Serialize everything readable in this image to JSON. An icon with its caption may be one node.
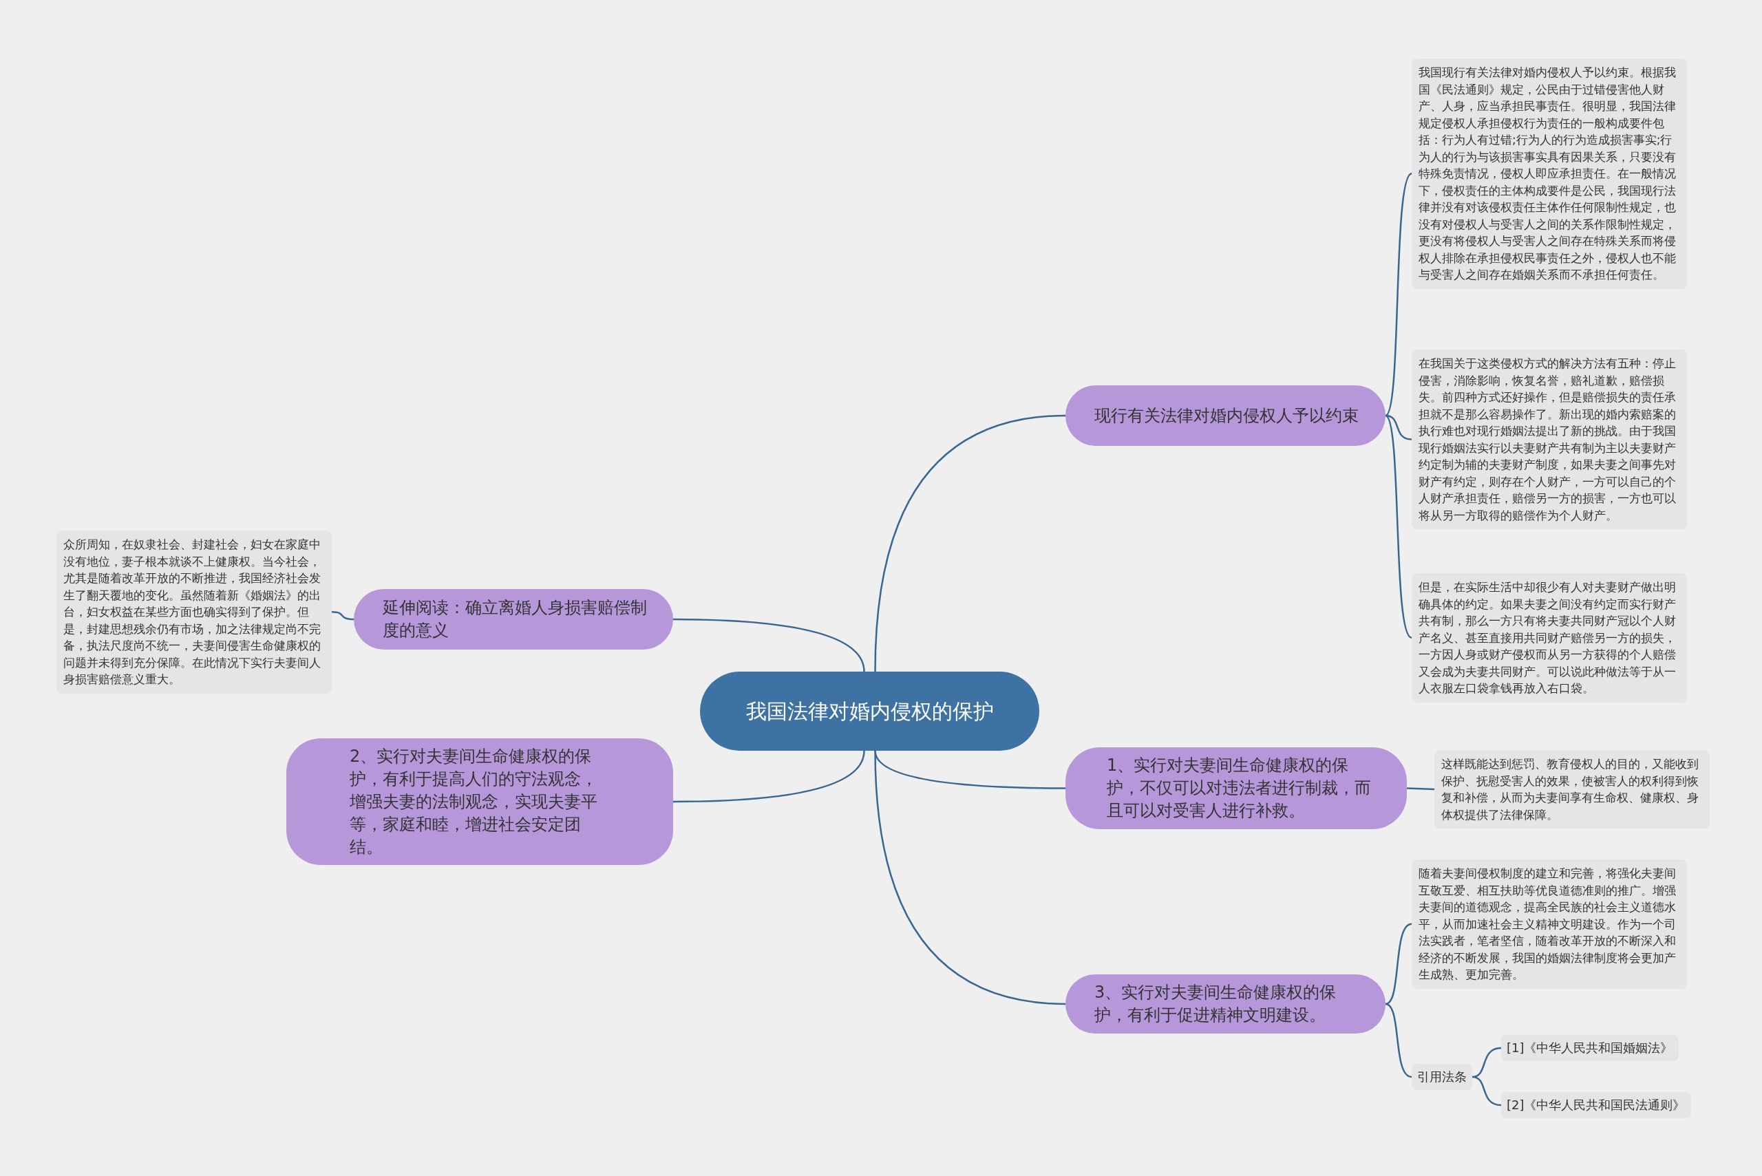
{
  "diagram": {
    "nodes": [
      {
        "text": [
          "我国法律对婚内侵权的保护"
        ]
      },
      {
        "text": [
          "现行有关法律对婚内侵权人予以约束"
        ]
      },
      {
        "text": [
          "我国现行有关法律对婚内侵权人予以约束。根据我国《民法通则》规定，公民由于过错侵害他人财产、人身，应当承担民事责任。很明显，我国法律规定侵权人承担侵权行为责任的一般构成要件包括：行为人有过错;行为人的行为造成损害事实;行为人的行为与该损害事实具有因果关系，只要没有特殊免责情况，侵权人即应承担责任。在一般情况下，侵权责任的主体构成要件是公民，我国现行法律并没有对该侵权责任主体作任何限制性规定，也没有对侵权人与受害人之间的关系作限制性规定，更没有将侵权人与受害人之间存在特殊关系而将侵权人排除在承担侵权民事责任之外，侵权人也不能与受害人之间存在婚姻关系而不承担任何责任。"
        ]
      },
      {
        "text": [
          "在我国关于这类侵权方式的解决方法有五种：停止侵害，消除影响，恢复名誉，赔礼道歉，赔偿损失。前四种方式还好操作，但是赔偿损失的责任承担就不是那么容易操作了。新出现的婚内索赔案的执行难也对现行婚姻法提出了新的挑战。由于我国现行婚姻法实行以夫妻财产共有制为主以夫妻财产约定制为辅的夫妻财产制度，如果夫妻之间事先对财产有约定，则存在个人财产，一方可以自己的个人财产承担责任，赔偿另一方的损害，一方也可以将从另一方取得的赔偿作为个人财产。"
        ]
      },
      {
        "text": [
          "但是，在实际生活中却很少有人对夫妻财产做出明确具体的约定。如果夫妻之间没有约定而实行财产共有制，那么一方只有将夫妻共同财产冠以个人财产名义、甚至直接用共同财产赔偿另一方的损失，一方因人身或财产侵权而从另一方获得的个人赔偿又会成为夫妻共同财产。可以说此种做法等于从一人衣服左口袋拿钱再放入右口袋。"
        ]
      },
      {
        "text": [
          "延伸阅读：确立离婚人身损害赔偿制度的意义"
        ]
      },
      {
        "text": [
          "众所周知，在奴隶社会、封建社会，妇女在家庭中没有地位，妻子根本就谈不上健康权。当今社会，尤其是随着改革开放的不断推进，我国经济社会发生了翻天覆地的变化。虽然随着新《婚姻法》的出台，妇女权益在某些方面也确实得到了保护。但是，封建思想残余仍有市场，加之法律规定尚不完备，执法尺度尚不统一，夫妻间侵害生命健康权的问题并未得到充分保障。在此情况下实行夫妻间人身损害赔偿意义重大。"
        ]
      },
      {
        "text": [
          "1、实行对夫妻间生命健康权的保护，不仅可以对违法者进行制裁，而且可以对受害人进行补救。"
        ]
      },
      {
        "text": [
          "这样既能达到惩罚、教育侵权人的目的，又能收到保护、抚慰受害人的效果，使被害人的权利得到恢复和补偿，从而为夫妻间享有生命权、健康权、身体权提供了法律保障。"
        ]
      },
      {
        "text": [
          "2、实行对夫妻间生命健康权的保护，有利于提高人们的守法观念，增强夫妻的法制观念，实现夫妻平等，家庭和睦，增进社会安定团结。"
        ]
      },
      {
        "text": [
          "3、实行对夫妻间生命健康权的保护，有利于促进精神文明建设。"
        ]
      },
      {
        "text": [
          "随着夫妻间侵权制度的建立和完善，将强化夫妻间互敬互爱、相互扶助等优良道德准则的推广。增强夫妻间的道德观念，提高全民族的社会主义道德水平，从而加速社会主义精神文明建设。作为一个司法实践者，笔者坚信，随着改革开放的不断深入和经济的不断发展，我国的婚姻法律制度将会更加产生成熟、更加完善。"
        ]
      },
      {
        "text": [
          "引用法条"
        ]
      },
      {
        "text": [
          "[1]《中华人民共和国婚姻法》"
        ]
      },
      {
        "text": [
          "[2]《中华人民共和国民法通则》"
        ]
      }
    ],
    "edges": [
      {
        "from": 0,
        "to": 1,
        "arrow": "none"
      },
      {
        "from": 1,
        "to": 2,
        "arrow": "none"
      },
      {
        "from": 1,
        "to": 3,
        "arrow": "none"
      },
      {
        "from": 1,
        "to": 4,
        "arrow": "none"
      },
      {
        "from": 0,
        "to": 5,
        "arrow": "none"
      },
      {
        "from": 5,
        "to": 6,
        "arrow": "none"
      },
      {
        "from": 0,
        "to": 7,
        "arrow": "none"
      },
      {
        "from": 7,
        "to": 8,
        "arrow": "none"
      },
      {
        "from": 0,
        "to": 9,
        "arrow": "none"
      },
      {
        "from": 0,
        "to": 10,
        "arrow": "none"
      },
      {
        "from": 10,
        "to": 11,
        "arrow": "none"
      },
      {
        "from": 10,
        "to": 12,
        "arrow": "none"
      },
      {
        "from": 12,
        "to": 13,
        "arrow": "none"
      },
      {
        "from": 12,
        "to": 14,
        "arrow": "none"
      }
    ]
  }
}
